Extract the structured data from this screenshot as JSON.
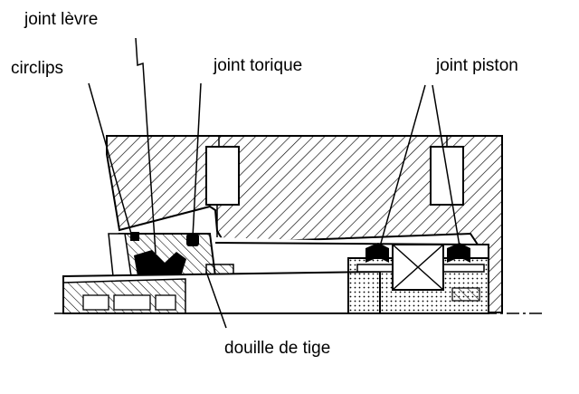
{
  "labels": {
    "joint_levre": "joint lèvre",
    "circlips": "circlips",
    "joint_torique": "joint torique",
    "joint_piston": "joint piston",
    "douille_de_tige": "douille de tige"
  },
  "colors": {
    "line": "#000000",
    "background": "#ffffff",
    "seal": "#000000"
  }
}
